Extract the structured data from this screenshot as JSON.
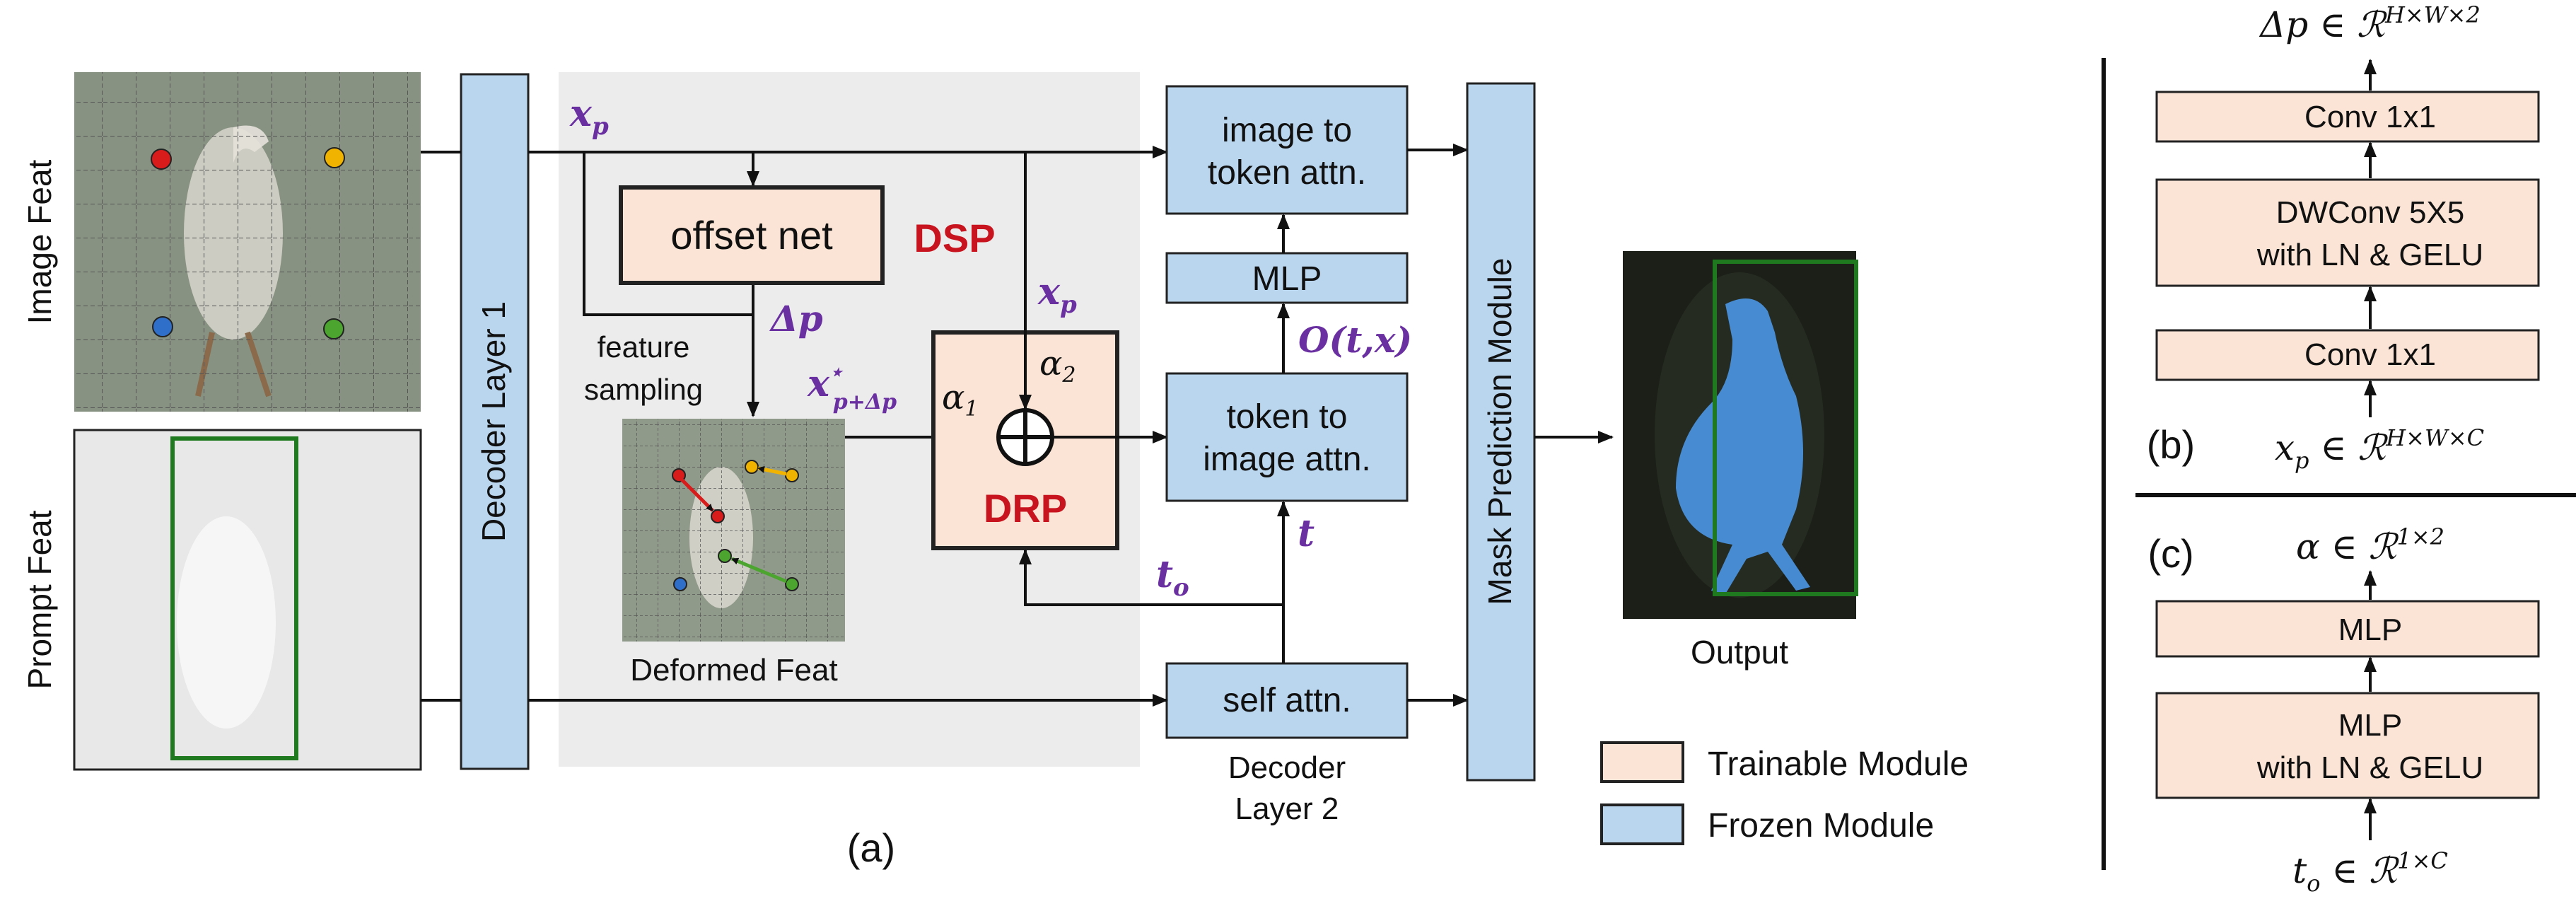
{
  "colors": {
    "trainable": "#fbe4d5",
    "frozen": "#bad6ee",
    "region": "#ececec",
    "box_green": "#1f7a1f",
    "math_purple": "#6a2fa0",
    "dsp_red": "#c8141e",
    "points": [
      "#d81b1b",
      "#f0b400",
      "#2f6fc9",
      "#4ca52f"
    ]
  },
  "panel_a": {
    "image_feat": "Image Feat",
    "prompt_feat": "Prompt Feat",
    "decoder_layer1": "Decoder Layer 1",
    "xp_top": "x",
    "xp_top_sub": "p",
    "offset_net": "offset net",
    "dsp": "DSP",
    "delta_p": "Δp",
    "feature_sampling": [
      "feature",
      "sampling"
    ],
    "xp_star": "x",
    "xp_star_sup": "⋆",
    "xp_star_sub": "p+Δp",
    "xp_mid": "x",
    "xp_mid_sub": "p",
    "alpha1": "α",
    "alpha1_sub": "1",
    "alpha2": "α",
    "alpha2_sub": "2",
    "drp": "DRP",
    "deformed_feat": "Deformed Feat",
    "to": "t",
    "to_sub": "o",
    "t": "t",
    "o_tx": "O(t,x)",
    "image_to_token": [
      "image to",
      "token attn."
    ],
    "mlp": "MLP",
    "token_to_image": [
      "token to",
      "image attn."
    ],
    "self_attn": "self attn.",
    "decoder_layer2": [
      "Decoder",
      "Layer 2"
    ],
    "mask_pred": "Mask Prediction Module",
    "output": "Output",
    "caption": "(a)"
  },
  "legend": {
    "trainable": "Trainable Module",
    "frozen": "Frozen Module"
  },
  "panel_b": {
    "top_label": "Δp ∈ ℛ",
    "top_sup": "H×W×2",
    "conv_top": "Conv 1x1",
    "dwconv": [
      "DWConv 5X5",
      "with LN & GELU"
    ],
    "conv_bottom": "Conv 1x1",
    "caption": "(b)",
    "bottom_label_main": "x",
    "bottom_label_sub": "p",
    "bottom_label_rest": " ∈ ℛ",
    "bottom_sup": "H×W×C"
  },
  "panel_c": {
    "top_label": "α ∈ ℛ",
    "top_sup": "1×2",
    "mlp_top": "MLP",
    "mlp_bottom": [
      "MLP",
      "with LN & GELU"
    ],
    "caption": "(c)",
    "bottom_label_main": "t",
    "bottom_label_sub": "o",
    "bottom_label_rest": " ∈ ℛ",
    "bottom_sup": "1×C"
  }
}
